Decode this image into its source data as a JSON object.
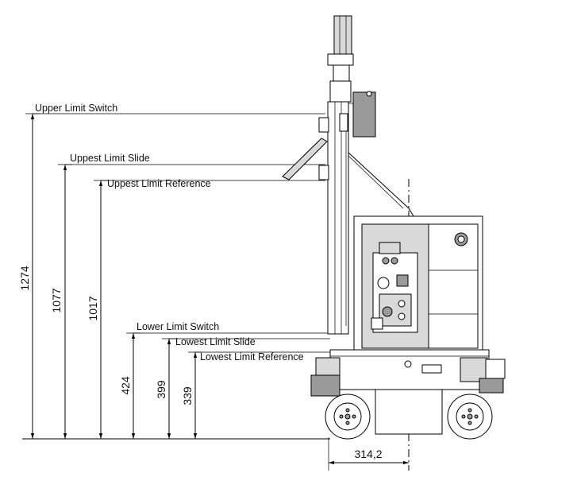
{
  "limits": {
    "upper_limit_switch": "Upper Limit Switch",
    "uppest_limit_slide": "Uppest Limit Slide",
    "uppest_limit_reference": "Uppest Limit Reference",
    "lower_limit_switch": "Lower Limit Switch",
    "lowest_limit_slide": "Lowest Limit Slide",
    "lowest_limit_reference": "Lowest Limit Reference"
  },
  "dimensions": {
    "upper_limit_switch": "1274",
    "uppest_limit_slide": "1077",
    "uppest_limit_reference": "1017",
    "lower_limit_switch": "424",
    "lowest_limit_slide": "399",
    "lowest_limit_reference": "339",
    "horizontal_offset": "314,2"
  }
}
